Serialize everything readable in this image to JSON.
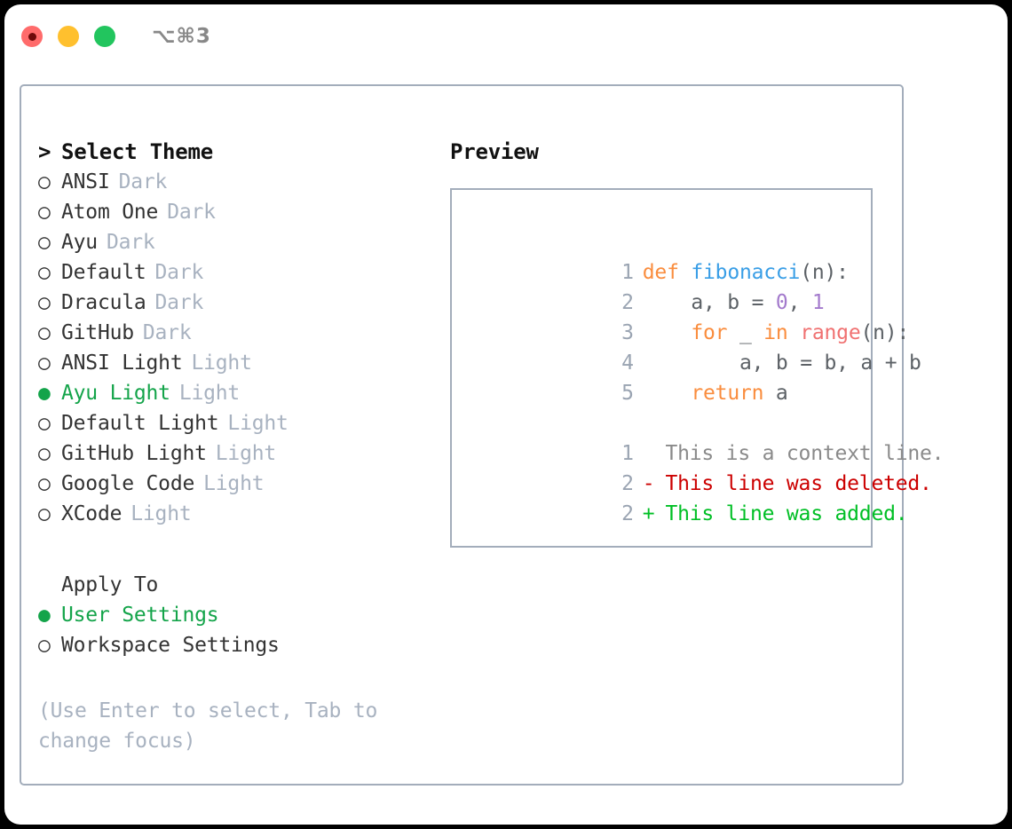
{
  "titlebar": {
    "shortcut": "⌥⌘3",
    "buttons": [
      "close",
      "minimize",
      "maximize"
    ]
  },
  "theme_panel": {
    "title": "Select Theme",
    "caret": ">",
    "marker_selected": "●",
    "marker_unselected": "○",
    "items": [
      {
        "label": "ANSI",
        "badge": "Dark",
        "selected": false
      },
      {
        "label": "Atom One",
        "badge": "Dark",
        "selected": false
      },
      {
        "label": "Ayu",
        "badge": "Dark",
        "selected": false
      },
      {
        "label": "Default",
        "badge": "Dark",
        "selected": false
      },
      {
        "label": "Dracula",
        "badge": "Dark",
        "selected": false
      },
      {
        "label": "GitHub",
        "badge": "Dark",
        "selected": false
      },
      {
        "label": "ANSI Light",
        "badge": "Light",
        "selected": false
      },
      {
        "label": "Ayu Light",
        "badge": "Light",
        "selected": true
      },
      {
        "label": "Default Light",
        "badge": "Light",
        "selected": false
      },
      {
        "label": "GitHub Light",
        "badge": "Light",
        "selected": false
      },
      {
        "label": "Google Code",
        "badge": "Light",
        "selected": false
      },
      {
        "label": "XCode",
        "badge": "Light",
        "selected": false
      }
    ]
  },
  "apply_to": {
    "title": "Apply To",
    "items": [
      {
        "label": "User Settings",
        "selected": true
      },
      {
        "label": "Workspace Settings",
        "selected": false
      }
    ]
  },
  "hint": "(Use Enter to select, Tab to change focus)",
  "preview": {
    "title": "Preview",
    "code_lines": [
      {
        "number": "1",
        "tokens": [
          {
            "text": "def ",
            "type": "kw"
          },
          {
            "text": "fibonacci",
            "type": "fn"
          },
          {
            "text": "(n):",
            "type": "pl"
          }
        ]
      },
      {
        "number": "2",
        "tokens": [
          {
            "text": "    a, b = ",
            "type": "pl"
          },
          {
            "text": "0",
            "type": "num"
          },
          {
            "text": ", ",
            "type": "pl"
          },
          {
            "text": "1",
            "type": "num"
          }
        ]
      },
      {
        "number": "3",
        "tokens": [
          {
            "text": "    ",
            "type": "pl"
          },
          {
            "text": "for",
            "type": "kw"
          },
          {
            "text": " _ ",
            "type": "pl"
          },
          {
            "text": "in",
            "type": "kw"
          },
          {
            "text": " ",
            "type": "pl"
          },
          {
            "text": "range",
            "type": "bi"
          },
          {
            "text": "(n):",
            "type": "pl"
          }
        ]
      },
      {
        "number": "4",
        "tokens": [
          {
            "text": "        a, b = b, a + b",
            "type": "pl"
          }
        ]
      },
      {
        "number": "5",
        "tokens": [
          {
            "text": "    ",
            "type": "pl"
          },
          {
            "text": "return",
            "type": "kw"
          },
          {
            "text": " a",
            "type": "pl"
          }
        ]
      }
    ],
    "diff_lines": [
      {
        "number": "1",
        "sign": " ",
        "text": "This is a context line.",
        "type": "ctx"
      },
      {
        "number": "2",
        "sign": "-",
        "text": "This line was deleted.",
        "type": "del"
      },
      {
        "number": "2",
        "sign": "+",
        "text": "This line was added.",
        "type": "add"
      }
    ]
  },
  "colors": {
    "selected_green": "#14a44a",
    "badge_gray": "#a8b2c0",
    "border": "#a3adbb",
    "keyword_orange": "#fa8d3e",
    "function_blue": "#399ee6",
    "builtin_red": "#f07171",
    "number_purple": "#a37acc",
    "diff_deleted": "#cc0000",
    "diff_added": "#00bf25",
    "dot_red": "#ff6b6b",
    "dot_yellow": "#ffc02e",
    "dot_green": "#22c55e"
  }
}
